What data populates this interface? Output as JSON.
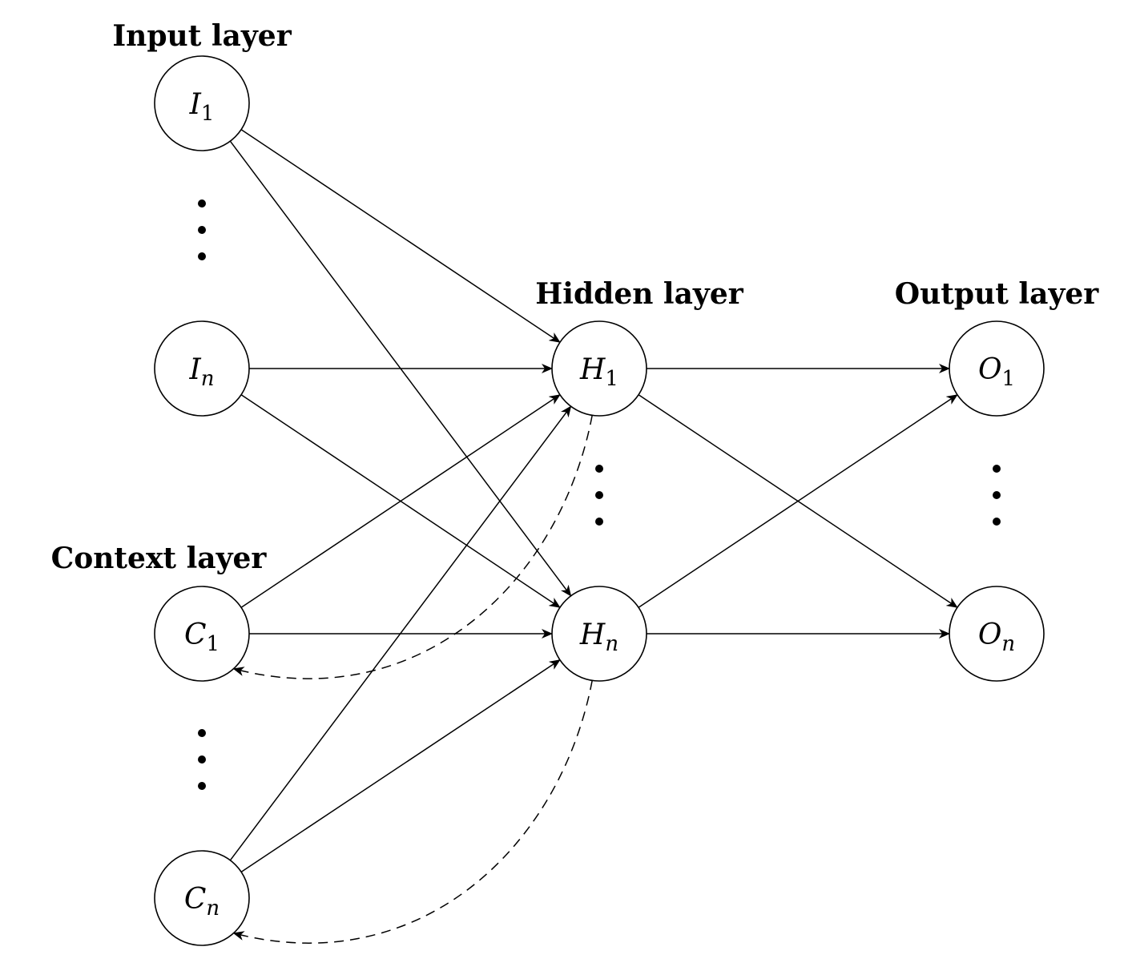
{
  "layers": {
    "input": "Input layer",
    "hidden": "Hidden layer",
    "output": "Output layer",
    "context": "Context layer"
  },
  "nodes": {
    "I1": {
      "main": "I",
      "sub": "1"
    },
    "In": {
      "main": "I",
      "sub": "n"
    },
    "H1": {
      "main": "H",
      "sub": "1"
    },
    "Hn": {
      "main": "H",
      "sub": "n"
    },
    "O1": {
      "main": "O",
      "sub": "1"
    },
    "On": {
      "main": "O",
      "sub": "n"
    },
    "C1": {
      "main": "C",
      "sub": "1"
    },
    "Cn": {
      "main": "C",
      "sub": "n"
    }
  },
  "edges": [
    {
      "from": "I1",
      "to": "H1",
      "style": "solid"
    },
    {
      "from": "I1",
      "to": "Hn",
      "style": "solid"
    },
    {
      "from": "In",
      "to": "H1",
      "style": "solid"
    },
    {
      "from": "In",
      "to": "Hn",
      "style": "solid"
    },
    {
      "from": "C1",
      "to": "H1",
      "style": "solid"
    },
    {
      "from": "C1",
      "to": "Hn",
      "style": "solid"
    },
    {
      "from": "Cn",
      "to": "H1",
      "style": "solid"
    },
    {
      "from": "Cn",
      "to": "Hn",
      "style": "solid"
    },
    {
      "from": "H1",
      "to": "O1",
      "style": "solid"
    },
    {
      "from": "H1",
      "to": "On",
      "style": "solid"
    },
    {
      "from": "Hn",
      "to": "O1",
      "style": "solid"
    },
    {
      "from": "Hn",
      "to": "On",
      "style": "solid"
    },
    {
      "from": "H1",
      "to": "C1",
      "style": "dashed"
    },
    {
      "from": "Hn",
      "to": "Cn",
      "style": "dashed"
    }
  ]
}
